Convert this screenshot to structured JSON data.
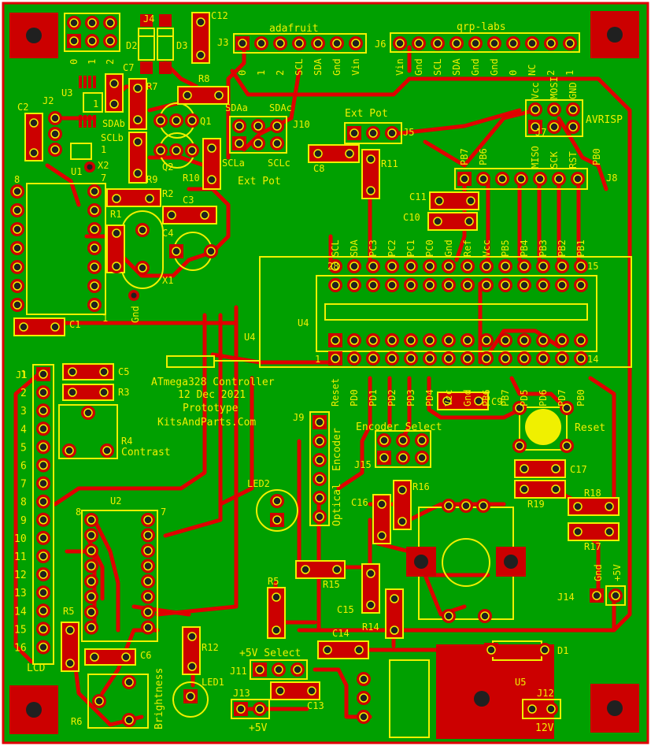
{
  "colors": {
    "board": "#00a000",
    "trace": "#e00000",
    "silk": "#f0f000",
    "pad": "#cc0000",
    "ring": "#f0f000",
    "hole": "#202020",
    "frame": "#ffffff"
  },
  "headers": {
    "adafruit": "adafruit",
    "qrp_labs": "qrp-labs",
    "ext_pot_top": "Ext Pot",
    "ext_pot_mid": "Ext Pot",
    "avrisp": "AVRISP",
    "encoder_select": "Encoder Select",
    "plus5v_select": "+5V Select"
  },
  "board_text": {
    "title1": "ATmega328 Controller",
    "title2": "12 Dec 2021",
    "title3": "Prototype",
    "title4": "KitsAndParts.Com",
    "reset": "Reset",
    "contrast": "Contrast",
    "brightness": "Brightness",
    "lcd": "LCD",
    "optical": "Optical",
    "encoder": "Encoder",
    "gnd_x1": "Gnd",
    "gnd_j14": "Gnd",
    "plus5v_j14": "+5V",
    "v12": "12V",
    "plus5v_j13": "+5V"
  },
  "refs": {
    "J1": "J1",
    "J2": "J2",
    "J3": "J3",
    "J4": "J4",
    "J5": "J5",
    "J6": "J6",
    "J7": "J7",
    "J8": "J8",
    "J9": "J9",
    "J10": "J10",
    "J11": "J11",
    "J12": "J12",
    "J13": "J13",
    "J14": "J14",
    "J15": "J15",
    "U1": "U1",
    "U2": "U2",
    "U3": "U3",
    "U4a": "U4",
    "U4b": "U4",
    "U5": "U5",
    "X1": "X1",
    "X2": "X2",
    "C1": "C1",
    "C2": "C2",
    "C3": "C3",
    "C4": "C4",
    "C5": "C5",
    "C6": "C6",
    "C7": "C7",
    "C8": "C8",
    "C9": "C9",
    "C10": "C10",
    "C11": "C11",
    "C12": "C12",
    "C13": "C13",
    "C14": "C14",
    "C15": "C15",
    "C16": "C16",
    "C17": "C17",
    "R1": "R1",
    "R2": "R2",
    "R3": "R3",
    "R4": "R4",
    "R5a": "R5",
    "R5b": "R5",
    "R6": "R6",
    "R7": "R7",
    "R8": "R8",
    "R9": "R9",
    "R10": "R10",
    "R11": "R11",
    "R12": "R12",
    "R14": "R14",
    "R15": "R15",
    "R16": "R16",
    "R17": "R17",
    "R18": "R18",
    "R19": "R19",
    "D1": "D1",
    "D2": "D2",
    "D3": "D3",
    "Q1": "Q1",
    "Q2": "Q2",
    "LED1": "LED1",
    "LED2": "LED2"
  },
  "nets": {
    "SDAa": "SDAa",
    "SDAb": "SDAb",
    "SDAc": "SDAc",
    "SCLa": "SCLa",
    "SCLb": "SCLb",
    "SCLc": "SCLc"
  },
  "j4_pins": [
    "0",
    "1",
    "2"
  ],
  "j3_pins": [
    "0",
    "1",
    "2",
    "SCL",
    "SDA",
    "Gnd",
    "Vin"
  ],
  "j6_pins": [
    "Vin",
    "Gnd",
    "SCL",
    "SDA",
    "Gnd",
    "Gnd",
    "0",
    "NC",
    "2",
    "1"
  ],
  "j7_top": [
    "Vcc",
    "MOSI",
    "GND"
  ],
  "j7_bot": [
    "MISO",
    "SCK",
    "RST"
  ],
  "j8_pins": [
    "PB7",
    "PB6",
    "",
    "",
    "",
    "",
    "",
    "PB0"
  ],
  "u4_top": [
    "SCL",
    "SDA",
    "PC3",
    "PC2",
    "PC1",
    "PC0",
    "Gnd",
    "Ref",
    "Vcc",
    "PB5",
    "PB4",
    "PB3",
    "PB2",
    "PB1"
  ],
  "u4_bot": [
    "Reset",
    "PD0",
    "PD1",
    "PD2",
    "PD3",
    "PD4",
    "Vcc",
    "Gnd",
    "PB6",
    "PB7",
    "PD5",
    "PD6",
    "PD7",
    "PB0"
  ],
  "u4_pin_labels": {
    "p28": "28",
    "p15": "15",
    "p1": "1",
    "p14": "14"
  },
  "j1_pins": [
    "1",
    "2",
    "3",
    "4",
    "5",
    "6",
    "7",
    "8",
    "9",
    "10",
    "11",
    "12",
    "13",
    "14",
    "15",
    "16"
  ],
  "u1_pins": {
    "p8": "8",
    "p1": "1"
  },
  "u2_pins": {
    "p8": "8",
    "p7": "7"
  },
  "u3_pin": "1",
  "x1_pin": "1",
  "u1_pin7": "7",
  "j2_pin": "1"
}
